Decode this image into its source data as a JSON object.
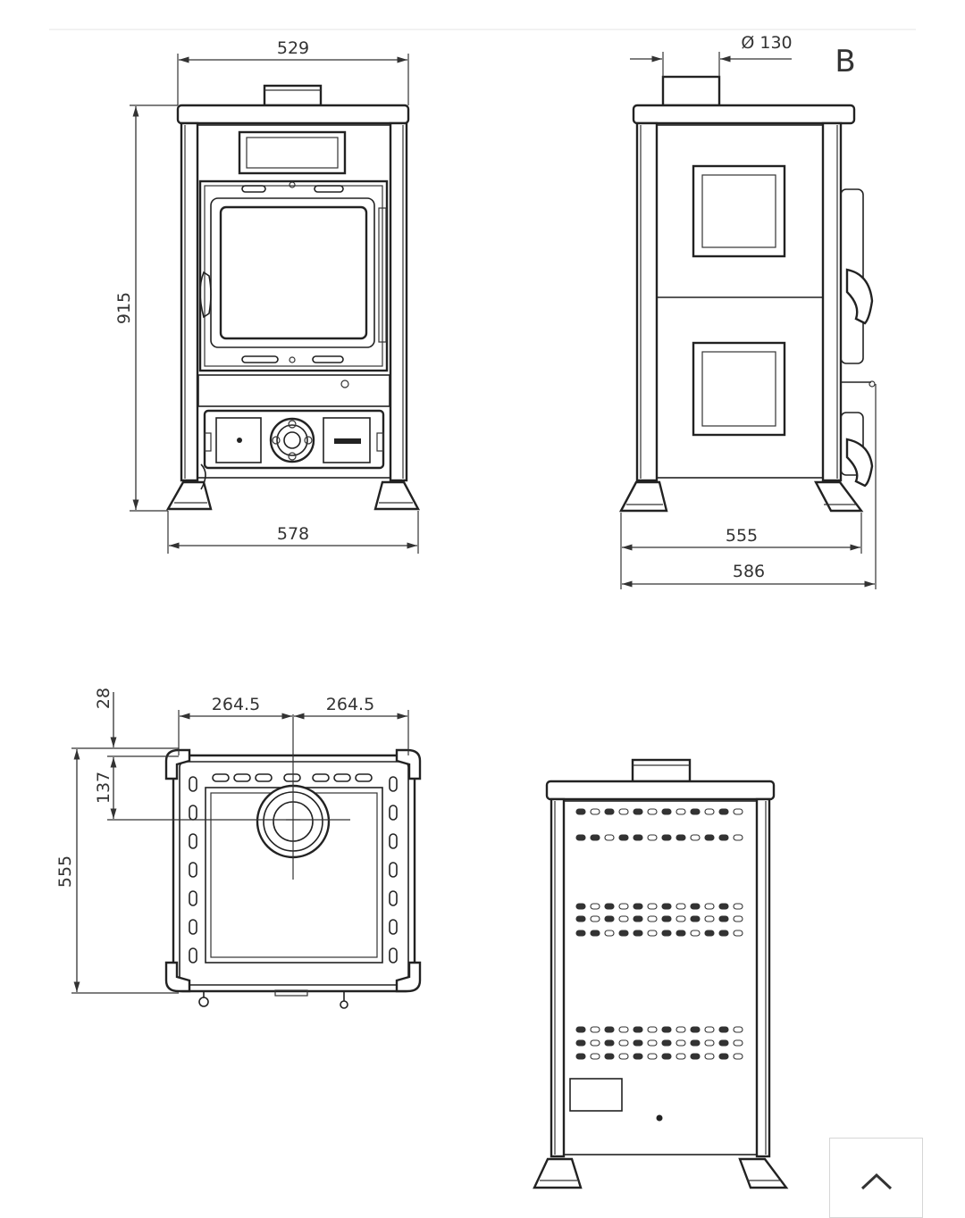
{
  "drawing": {
    "view_label": "B",
    "dimensions": {
      "front_width_top": "529",
      "front_height": "915",
      "front_width_base": "578",
      "flue_diameter": "Ø 130",
      "side_depth_body": "555",
      "side_depth_total": "586",
      "top_offset_left": "264.5",
      "top_offset_right": "264.5",
      "top_margin": "28",
      "top_flue_offset": "137",
      "top_depth": "555"
    }
  },
  "ui": {
    "scroll_top_icon": "chevron-up-icon"
  }
}
